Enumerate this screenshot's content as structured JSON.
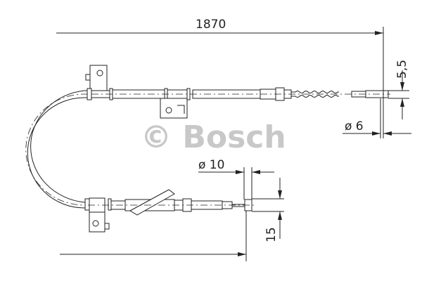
{
  "dimensions": {
    "length": "1870",
    "end_offset_top": "5,5",
    "diameter_top": "ø 6",
    "diameter_bottom": "ø 10",
    "end_offset_bottom": "15"
  },
  "watermark": "© Bosch",
  "colors": {
    "line": "#222222",
    "watermark": "#c8c8c8"
  }
}
